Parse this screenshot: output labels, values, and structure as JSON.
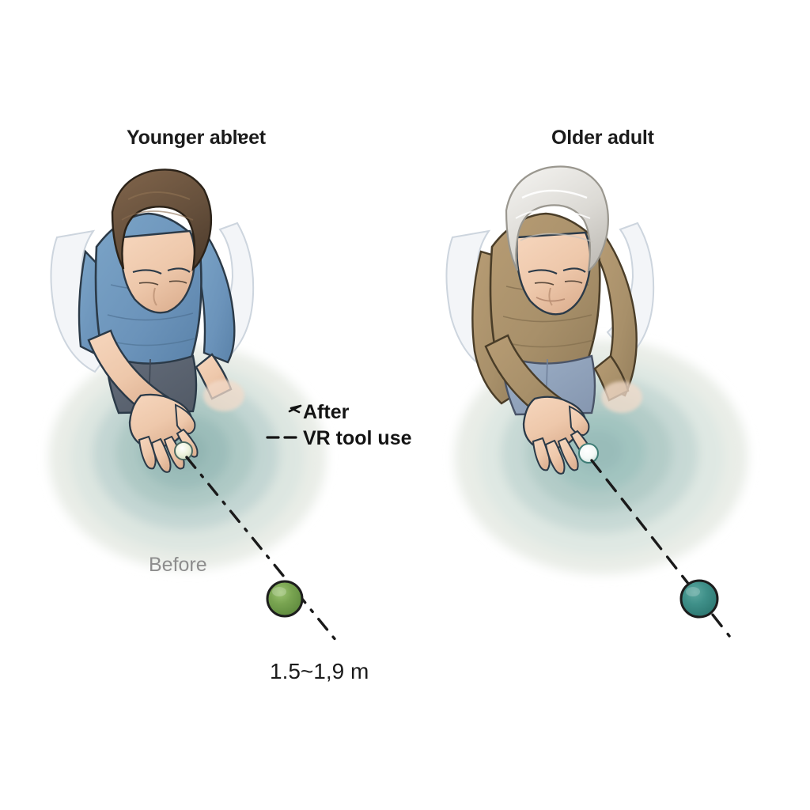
{
  "figure": {
    "background_color": "#ffffff",
    "type": "two-panel scientific illustration, overhead view",
    "panels": [
      {
        "id": "younger",
        "title": "Younger ablɐet",
        "person": {
          "hair_color": "#6b5440",
          "shirt_color": "#6d97bd",
          "pants_color": "#5b6472",
          "skin_color": "#efc9ad",
          "hair_desc": "short brown hair",
          "garment_desc": "blue short-sleeve t-shirt"
        },
        "target_sphere": {
          "label": "target-sphere",
          "color": "#6f9a48",
          "outline": "#1d1d1d"
        },
        "center_dot": {
          "color": "#f2f7e4",
          "outline": "#4f6b62"
        },
        "rings_label_outer": "Before",
        "rings": [
          {
            "name": "outer",
            "color": "#e9ede7"
          },
          {
            "name": "ring-4",
            "color": "#dde6e1"
          },
          {
            "name": "ring-3",
            "color": "#c3d6d3"
          },
          {
            "name": "ring-2",
            "color": "#a9c6c3"
          },
          {
            "name": "ring-1",
            "color": "#95b9b6"
          },
          {
            "name": "core",
            "color": "#8cb2b0"
          }
        ]
      },
      {
        "id": "older",
        "title": "Older adult",
        "person": {
          "hair_color": "#d9d7d2",
          "shirt_color": "#a8906a",
          "pants_color": "#93a3bb",
          "skin_color": "#efc9ad",
          "hair_desc": "white-gray hair",
          "garment_desc": "tan long-sleeve sweater"
        },
        "target_sphere": {
          "label": "target-sphere",
          "color": "#3a8a83",
          "outline": "#1d1d1d"
        },
        "center_dot": {
          "color": "#ffffff",
          "outline": "#3f7d76"
        },
        "rings": [
          {
            "name": "outer",
            "color": "#e9ede7"
          },
          {
            "name": "ring-4",
            "color": "#dfe8e3"
          },
          {
            "name": "ring-3",
            "color": "#c7d9d5"
          },
          {
            "name": "ring-2",
            "color": "#b0cac6"
          },
          {
            "name": "ring-1",
            "color": "#9cc0bc"
          },
          {
            "name": "core",
            "color": "#93b8b5"
          }
        ]
      }
    ],
    "legend": {
      "after_label": "After",
      "vr_label": "VR tool use",
      "before_label": "Before",
      "after_marker": "tick-dash",
      "vr_marker": "dashed-line"
    },
    "distance_label": "1.5~1,9 m",
    "line_style": {
      "color": "#1a1a1a",
      "pattern": "dash-dot",
      "name": "trajectory-line"
    }
  }
}
